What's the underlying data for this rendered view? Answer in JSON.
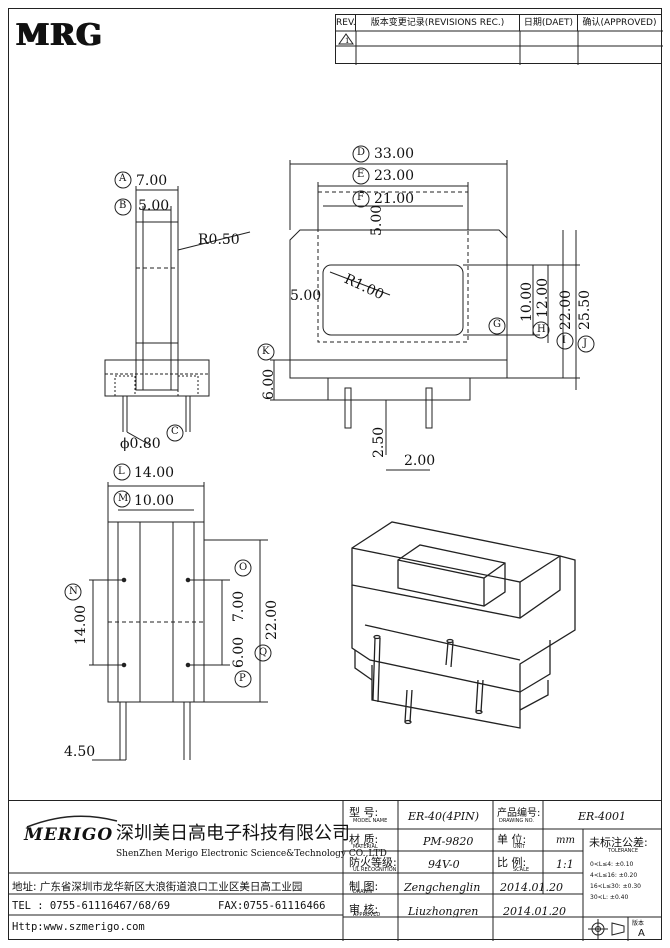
{
  "logo": {
    "text": "MRG"
  },
  "revision_table": {
    "rev_label": "REV.",
    "content_label": "版本变更记录(REVISIONS REC.)",
    "date_label": "日期(DAET)",
    "approved_label": "确认(APPROVED)"
  },
  "side_view": {
    "A": "A",
    "A_value": "7.00",
    "B": "B",
    "B_value": "5.00",
    "radius": "R0.50",
    "C": "C",
    "C_value": "ϕ0.80"
  },
  "top_view": {
    "D": "D",
    "D_value": "33.00",
    "E": "E",
    "E_value": "23.00",
    "F": "F",
    "F_value": "21.00",
    "G": "G",
    "H": "H",
    "I": "I",
    "J": "J",
    "K": "K",
    "dim_5_top": "5.00",
    "dim_5_left": "5.00",
    "radius": "R1.00",
    "dim_10": "10.00",
    "dim_12": "12.00",
    "dim_22": "22.00",
    "dim_25_5": "25.50",
    "dim_6": "6.00",
    "dim_2_5": "2.50",
    "dim_2": "2.00"
  },
  "bottom_view": {
    "L": "L",
    "L_value": "14.00",
    "M": "M",
    "M_value": "10.00",
    "N": "N",
    "N_value": "14.00",
    "O": "O",
    "O_value": "7.00",
    "P": "P",
    "Q": "Q",
    "Q_value": "6.00",
    "dim_22": "22.00",
    "dim_4_5": "4.50"
  },
  "title_block": {
    "company_cn": "深圳美日高电子科技有限公司",
    "company_en": "ShenZhen Merigo Electronic Science&Technology CO.,LTD",
    "brand": "MERIGO",
    "address": "地址: 广东省深圳市龙华新区大浪街道浪口工业区美日高工业园",
    "tel": "TEL : 0755-61116467/68/69",
    "fax": "FAX:0755-61116466",
    "http": "Http:www.szmerigo.com",
    "model_label_cn": "型  号:",
    "model_label_en": "MODEL NAME",
    "model_value": "ER-40(4PIN)",
    "drawing_no_label_cn": "产品编号:",
    "drawing_no_label_en": "DRAWING NO.",
    "drawing_no_value": "ER-4001",
    "material_label_cn": "材  质:",
    "material_label_en": "MATERIAL",
    "material_value": "PM-9820",
    "unit_label_cn": "单  位:",
    "unit_label_en": "UNIT",
    "unit_value": "mm",
    "tolerance_label_cn": "未标注公差:",
    "tolerance_label_en": "TOLERANCE",
    "flame_label_cn": "防火等级:",
    "flame_label_en": "UL RECOGNITION",
    "flame_value": "94V-0",
    "scale_label_cn": "比  例:",
    "scale_label_en": "SCALE",
    "scale_value": "1:1",
    "drawn_label_cn": "制  图:",
    "drawn_label_en": "DRAWN",
    "drawn_name": "Zengchenglin",
    "drawn_date": "2014.01.20",
    "approved_label_cn": "审  核:",
    "approved_label_en": "APPROVED",
    "approved_name": "Liuzhongren",
    "approved_date": "2014.01.20",
    "tol_rows": [
      "0<L≤4:  ±0.10",
      "4<L≤16:  ±0.20",
      "16<L≤30:  ±0.30",
      "30<L:  ±0.40"
    ],
    "version_label": "版本",
    "version_value": "A"
  }
}
